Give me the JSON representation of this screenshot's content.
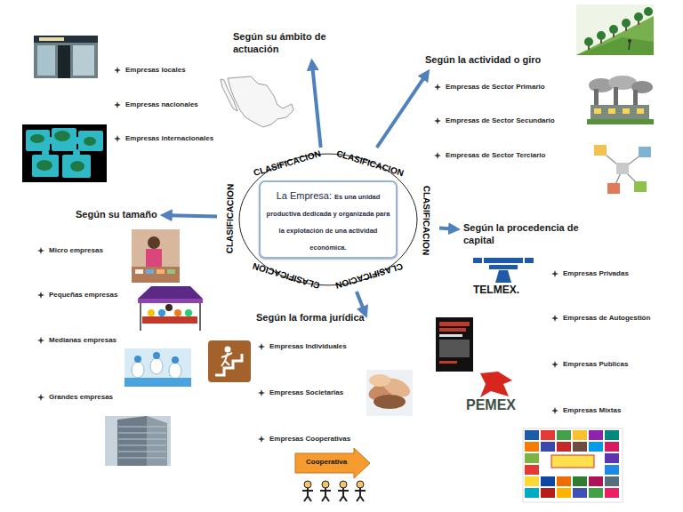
{
  "diagram": {
    "nodes": [
      {
        "text": [
          "CLASIFICACION",
          "CLASIFICACION",
          "CLASIFICACION",
          "CLASIFICACION",
          "CLASIFICACION",
          "CLASIFICACION"
        ]
      },
      {
        "text": [
          "La Empresa:",
          "Es una unidad productiva dedicada y organizada para la explotación de una actividad económica."
        ],
        "in": 0
      },
      {
        "text": [
          "Según su ámbito de actuación",
          "Empresas locales",
          "Empresas nacionales",
          "Empresas internacionales"
        ]
      },
      {
        "text": [
          "Según la actividad o giro",
          "Empresas de Sector Primario",
          "Empresas de Sector Secundario",
          "Empresas de Sector Terciario"
        ]
      },
      {
        "text": [
          "Según su tamaño",
          "Micro empresas",
          "Pequeñas empresas",
          "Medianas empresas",
          "Grandes empresas"
        ]
      },
      {
        "text": [
          "Según la procedencia de capital",
          "Empresas Privadas",
          "Empresas de Autogestión",
          "Empresas Publicas",
          "Empresas Mixtas"
        ]
      },
      {
        "text": [
          "Según la forma jurídica",
          "Empresas Individuales",
          "Empresas Societarias",
          "Empresas Cooperativas"
        ]
      }
    ],
    "edges": [
      {
        "from": 0,
        "to": 2,
        "arrow": "to"
      },
      {
        "from": 0,
        "to": 3,
        "arrow": "to"
      },
      {
        "from": 0,
        "to": 4,
        "arrow": "to"
      },
      {
        "from": 0,
        "to": 5,
        "arrow": "to"
      },
      {
        "from": 0,
        "to": 6,
        "arrow": "to"
      }
    ],
    "labels": [
      "TELMEX.",
      "PEMEX",
      "Cooperativa"
    ]
  }
}
